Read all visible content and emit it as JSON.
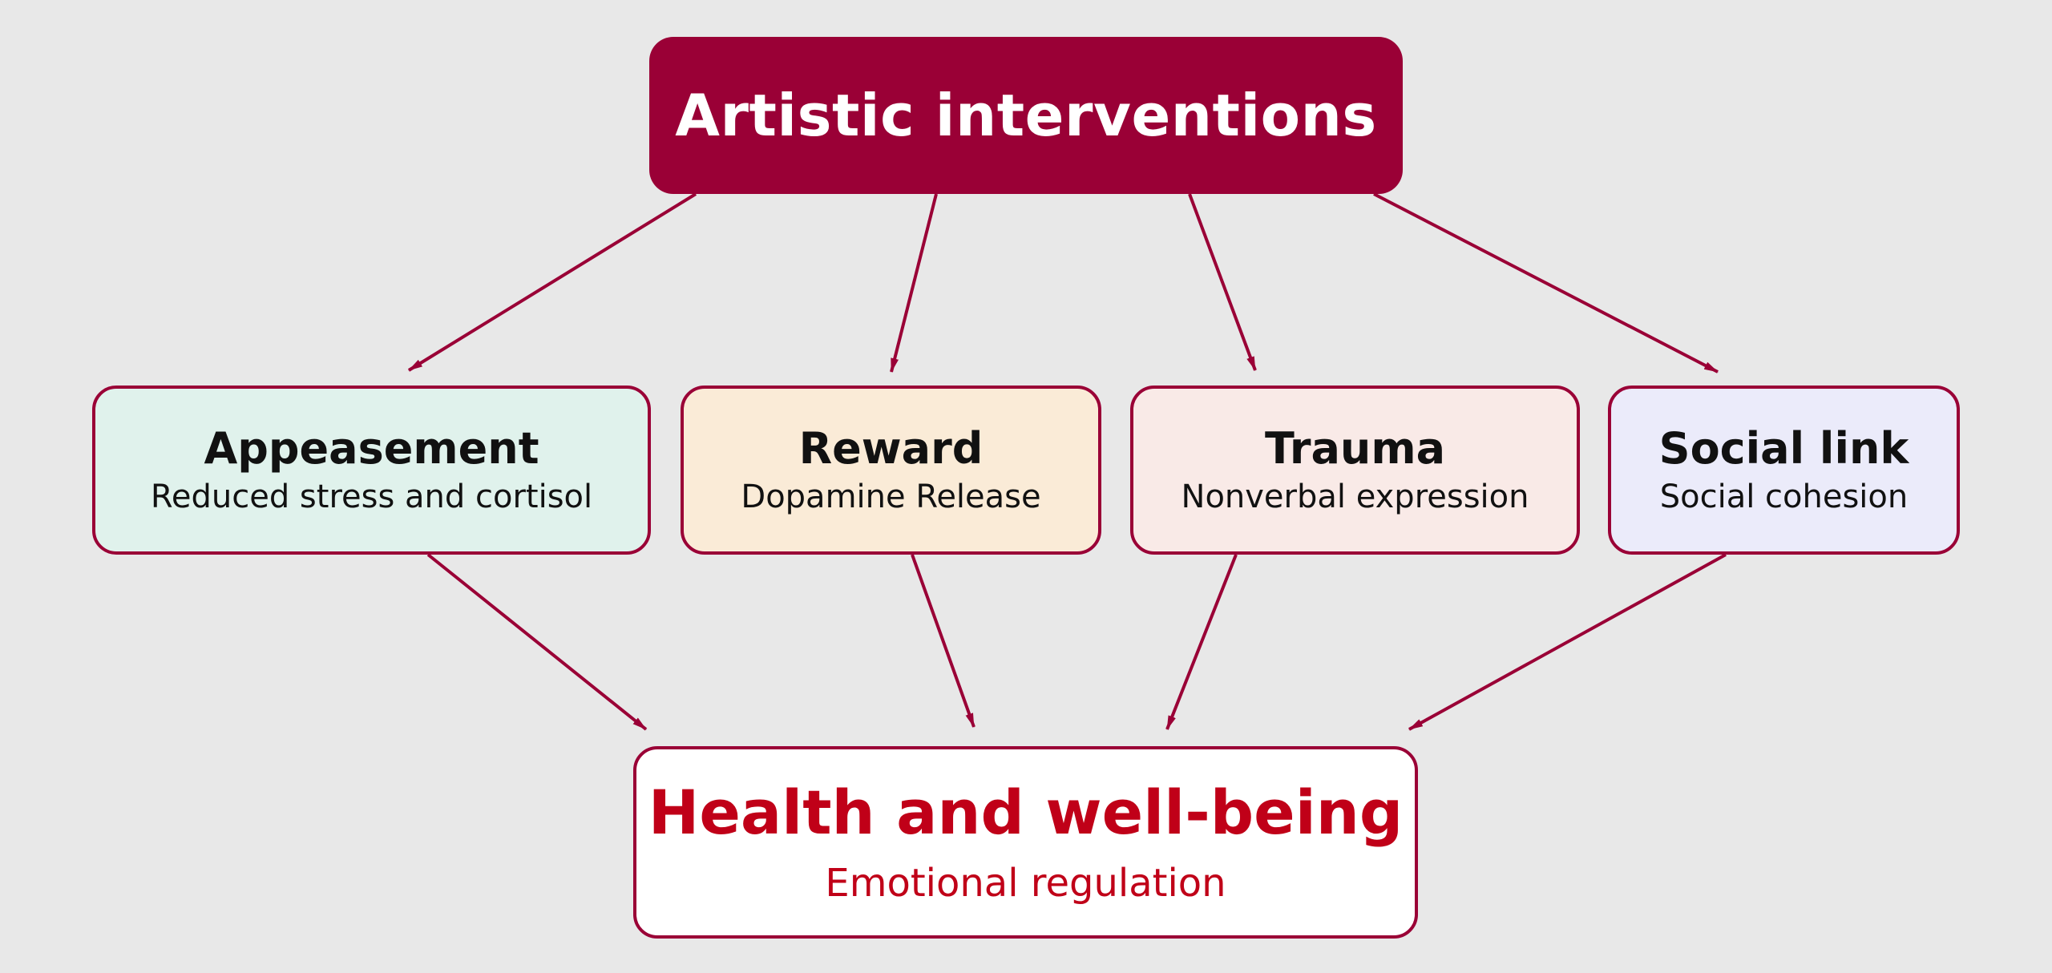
{
  "colors": {
    "background": "#e8e8e8",
    "accent": "#9a0036",
    "outcome_text": "#c00018",
    "appeasement_fill": "#e0f2ec",
    "reward_fill": "#faebd7",
    "trauma_fill": "#f9eae7",
    "social_fill": "#ebebfa"
  },
  "top": {
    "title": "Artistic interventions"
  },
  "mechanisms": [
    {
      "title": "Appeasement",
      "subtitle": "Reduced stress and cortisol"
    },
    {
      "title": "Reward",
      "subtitle": "Dopamine Release"
    },
    {
      "title": "Trauma",
      "subtitle": "Nonverbal expression"
    },
    {
      "title": "Social link",
      "subtitle": "Social cohesion"
    }
  ],
  "outcome": {
    "title": "Health and well-being",
    "subtitle": "Emotional regulation"
  }
}
